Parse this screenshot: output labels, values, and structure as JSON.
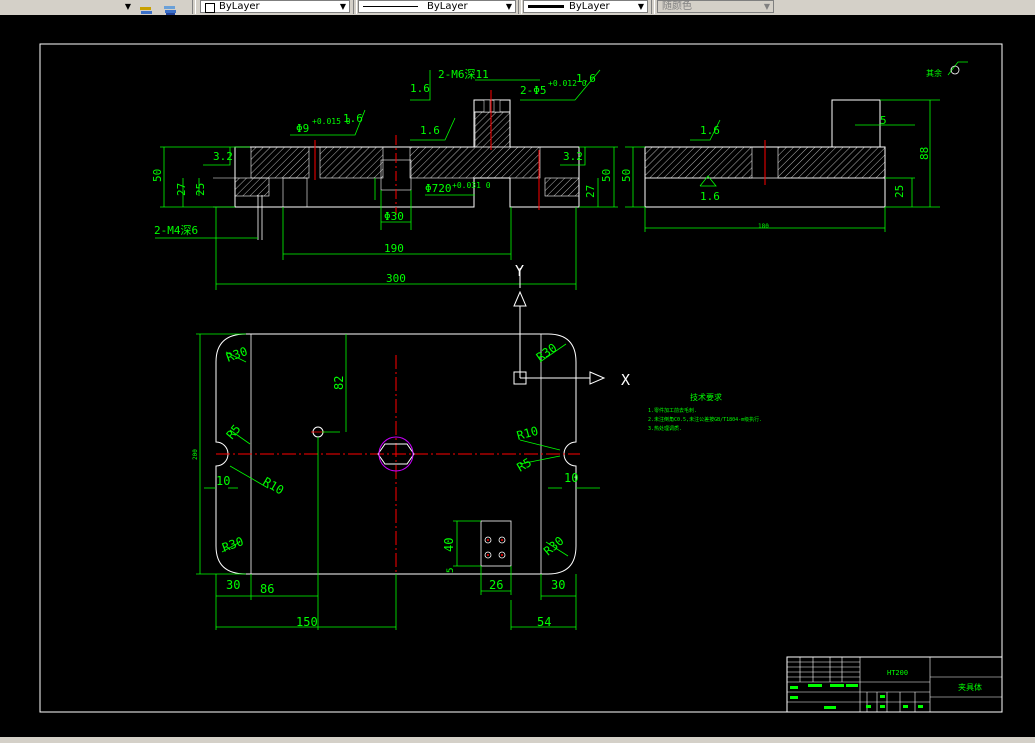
{
  "toolbar": {
    "layer_filter_value": "ByLayer",
    "linetype_value": "ByLayer",
    "lineweight_value": "ByLayer",
    "plotstyle_value": "随颜色"
  },
  "drawing": {
    "section_labels": {
      "ra_top_left": "1.6",
      "thread_top": "2-M6深11",
      "hole_top": "2-Φ5",
      "tol_top": "+0.012\n0",
      "ra_top_right": "1.6",
      "phi9": "Φ9",
      "tol_phi9": "+0.015\n0",
      "ra_phi9": "1.6",
      "ra_center": "1.6",
      "ra_left": "3.2",
      "ra_right": "3.2",
      "phi20": "Φ720",
      "tol_phi20": "+0.031\n0",
      "phi30": "Φ30",
      "m4": "2-M4深6",
      "dim_50_left": "50",
      "dim_27_left": "27",
      "dim_25_left": "25",
      "dim_50_right": "50",
      "dim_27_right": "27",
      "dim_190": "190",
      "dim_300": "300"
    },
    "side_labels": {
      "ra_top": "1.6",
      "ra_bottom": "1.6",
      "dim_5": "5",
      "dim_88": "88",
      "dim_50": "50",
      "dim_25": "25",
      "dim_bottom": "180",
      "roughness_note": "其余"
    },
    "ucs": {
      "x_label": "X",
      "y_label": "Y"
    },
    "plan_labels": {
      "r30_tl": "R30",
      "r30_tr": "R30",
      "r30_bl": "R30",
      "r30_br": "R30",
      "r5_left": "R5",
      "r10_left": "R10",
      "r10_right": "R10",
      "r5_right": "R5",
      "dim_82": "82",
      "dim_10_left": "10",
      "dim_10_right": "10",
      "dim_200": "200",
      "dim_40": "40",
      "dim_5_small": "5",
      "dim_30_left": "30",
      "dim_86": "86",
      "dim_26": "26",
      "dim_30_right": "30",
      "dim_150": "150",
      "dim_54": "54"
    },
    "tech_req": {
      "title": "技术要求",
      "line1": "1.零件加工前去毛刺.",
      "line2": "2.未注倒角C0.5,未注公差按GB/T1804-m级执行.",
      "line3": "3.热处理调质."
    },
    "title_block": {
      "material": "HT200",
      "part_name": "夹具体"
    }
  }
}
